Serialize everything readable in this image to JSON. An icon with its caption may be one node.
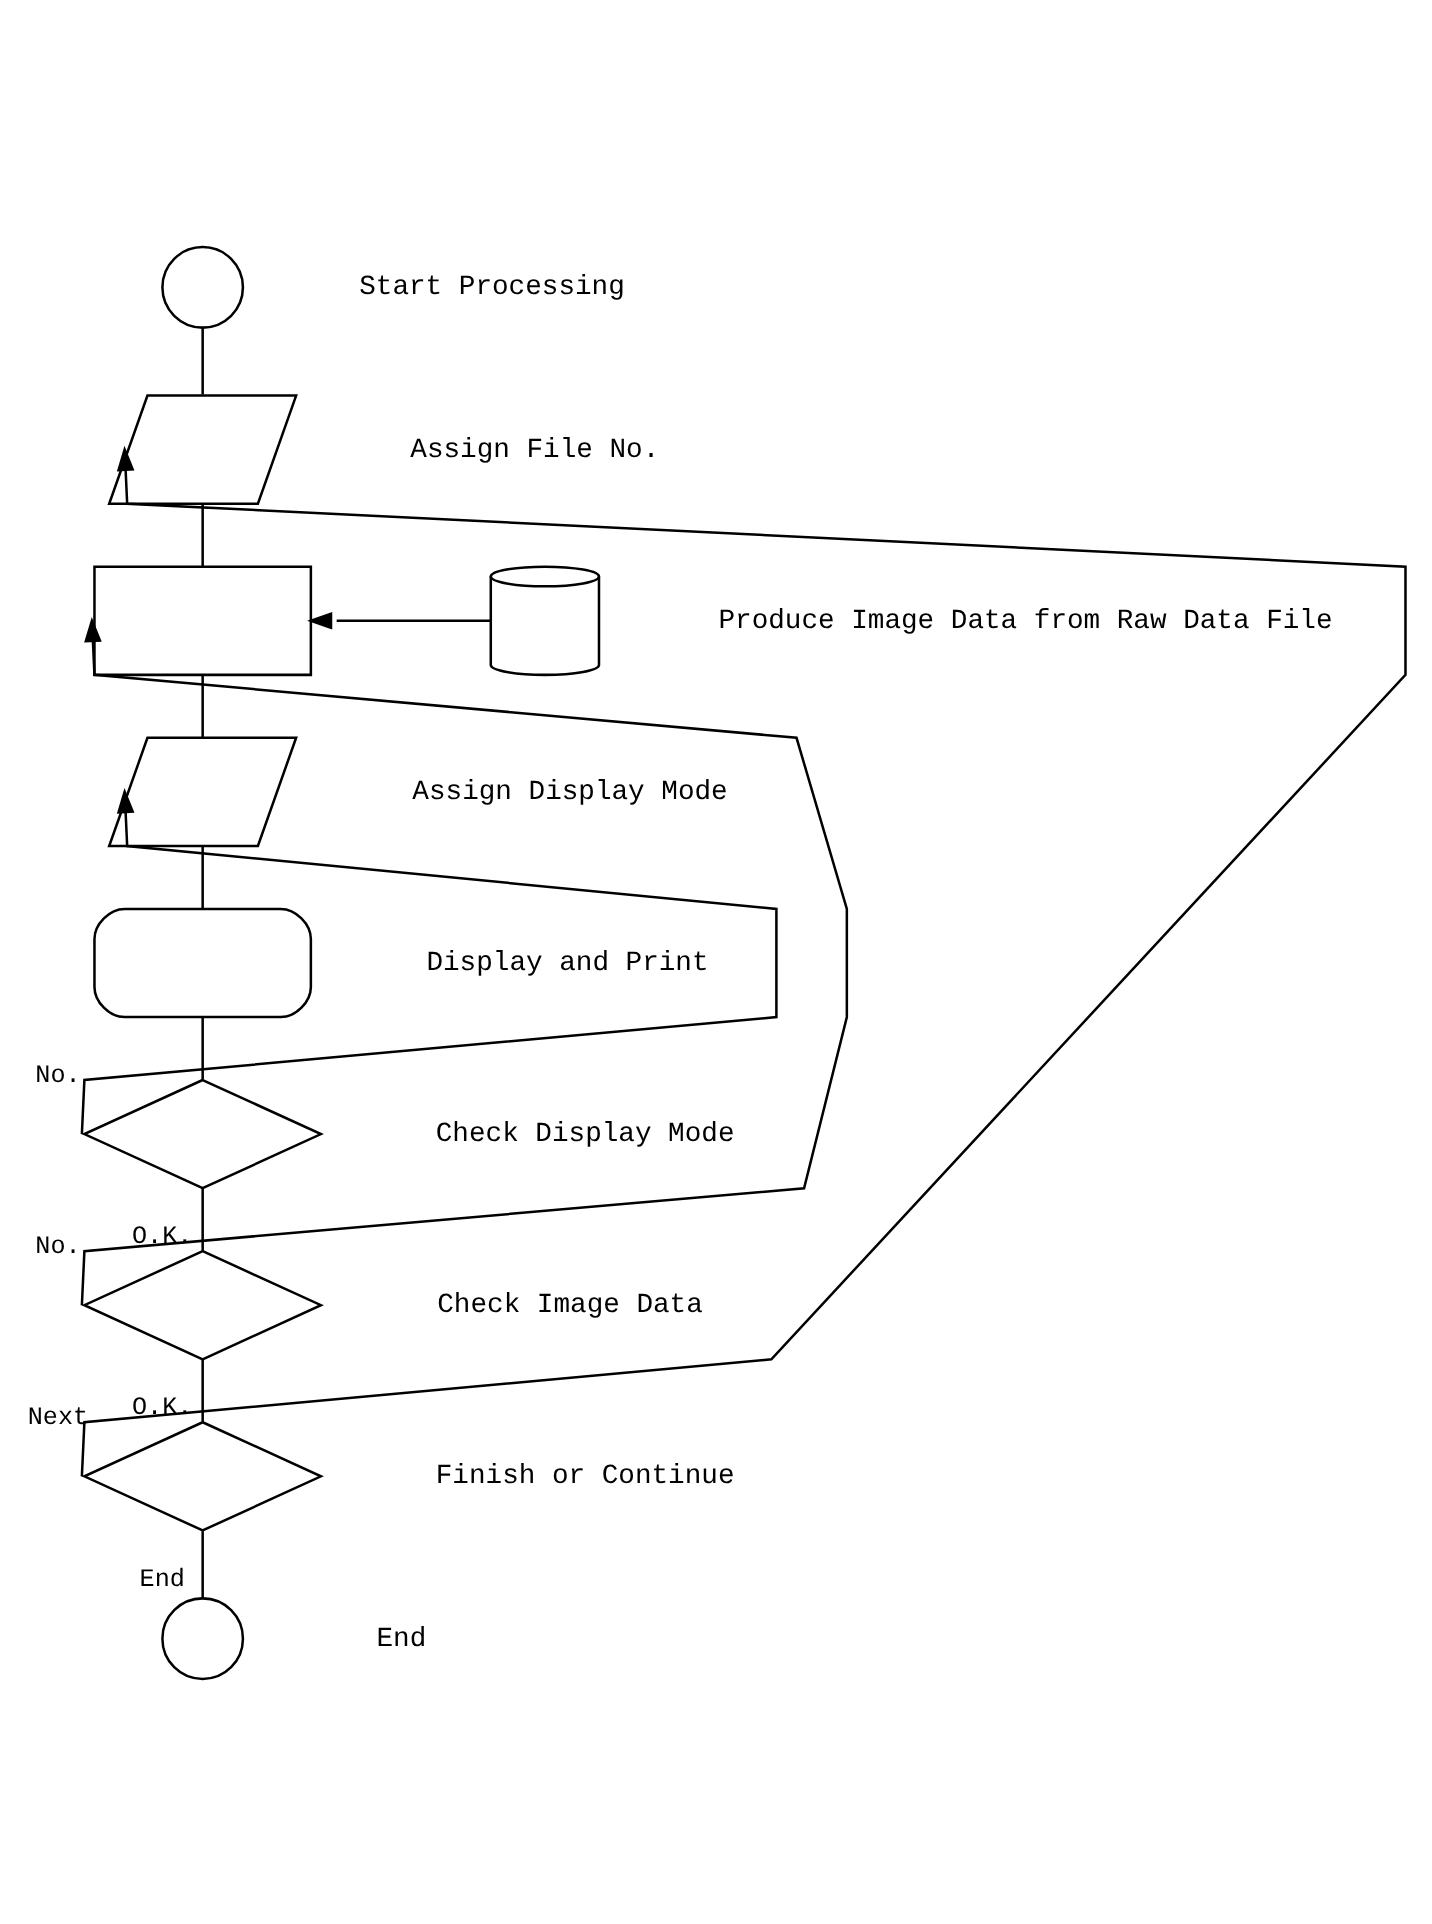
{
  "diagram": {
    "nodes": [
      {
        "text": [],
        "shape": "circle"
      },
      {
        "text": [],
        "shape": "parallelogram"
      },
      {
        "text": [],
        "shape": "box"
      },
      {
        "text": [],
        "shape": "cylinder"
      },
      {
        "text": [],
        "shape": "parallelogram"
      },
      {
        "text": [],
        "shape": "display"
      },
      {
        "text": [],
        "shape": "diamond"
      },
      {
        "text": [],
        "shape": "diamond"
      },
      {
        "text": [],
        "shape": "diamond"
      },
      {
        "text": [],
        "shape": "circle"
      }
    ],
    "edges": [
      {
        "from": 0,
        "to": 1,
        "arrow": "none"
      },
      {
        "from": 1,
        "to": 2,
        "arrow": "none"
      },
      {
        "from": 3,
        "to": 2,
        "arrow": "to"
      },
      {
        "from": 2,
        "to": 4,
        "arrow": "none"
      },
      {
        "from": 4,
        "to": 5,
        "arrow": "none"
      },
      {
        "from": 5,
        "to": 6,
        "arrow": "none"
      },
      {
        "from": 6,
        "to": 4,
        "arrow": "to",
        "label": "No."
      },
      {
        "from": 6,
        "to": 7,
        "arrow": "none",
        "label": "O.K."
      },
      {
        "from": 7,
        "to": 2,
        "arrow": "to",
        "label": "No."
      },
      {
        "from": 7,
        "to": 8,
        "arrow": "none",
        "label": "O.K."
      },
      {
        "from": 8,
        "to": 1,
        "arrow": "to",
        "label": "Next"
      },
      {
        "from": 8,
        "to": 9,
        "arrow": "none",
        "label": "End"
      }
    ],
    "labels": [
      "Start Processing",
      "Assign File No.",
      "Produce Image Data from Raw Data File",
      "Assign Display Mode",
      "Display and Print",
      "Check Display Mode",
      "Check Image Data",
      "Finish or Continue",
      "End"
    ]
  }
}
